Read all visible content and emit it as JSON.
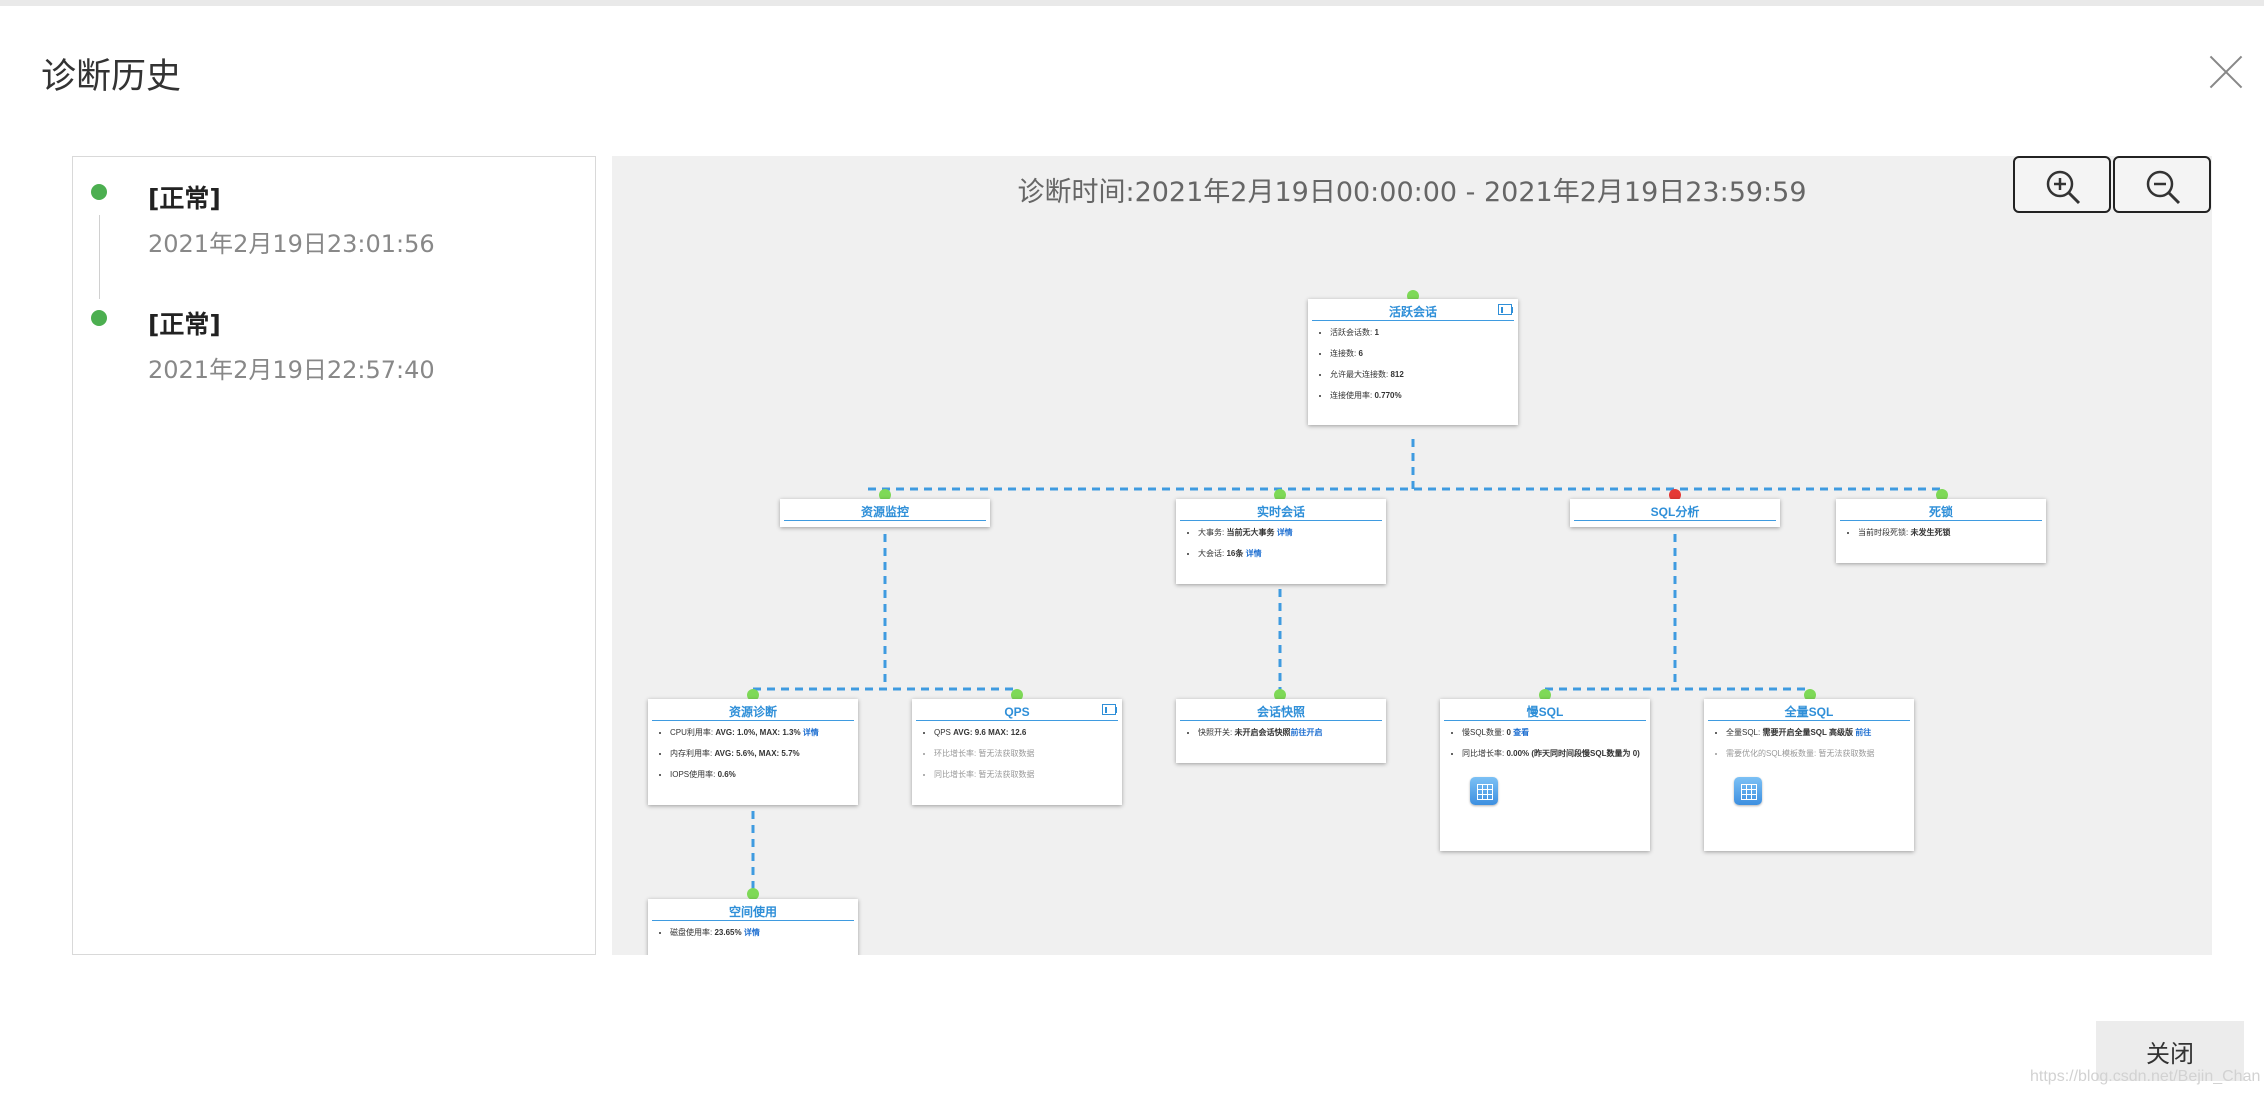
{
  "modal": {
    "title": "诊断历史",
    "close_button": "关闭"
  },
  "history": [
    {
      "status": "[正常]",
      "time": "2021年2月19日23:01:56"
    },
    {
      "status": "[正常]",
      "time": "2021年2月19日22:57:40"
    }
  ],
  "diagram": {
    "title": "诊断时间:2021年2月19日00:00:00 - 2021年2月19日23:59:59",
    "nodes": {
      "active_session": {
        "title": "活跃会话",
        "items": [
          {
            "label": "活跃会话数: ",
            "value": "1"
          },
          {
            "label": "连接数: ",
            "value": "6"
          },
          {
            "label": "允许最大连接数: ",
            "value": "812"
          },
          {
            "label": "连接使用率: ",
            "value": "0.770%"
          }
        ]
      },
      "resource_monitor": {
        "title": "资源监控"
      },
      "realtime_session": {
        "title": "实时会话",
        "items": [
          {
            "label": "大事务: ",
            "value": "当前无大事务",
            "link": "详情"
          },
          {
            "label": "大会话: ",
            "value": "16条",
            "link": "详情"
          }
        ]
      },
      "sql_analysis": {
        "title": "SQL分析"
      },
      "deadlock": {
        "title": "死锁",
        "items": [
          {
            "label": "当前时段死锁: ",
            "value": "未发生死锁"
          }
        ]
      },
      "resource_diagnosis": {
        "title": "资源诊断",
        "items": [
          {
            "label": "CPU利用率: ",
            "value": "AVG: 1.0%, MAX: 1.3%",
            "link": "详情"
          },
          {
            "label": "内存利用率: ",
            "value": "AVG: 5.6%, MAX: 5.7%"
          },
          {
            "label": "IOPS使用率: ",
            "value": "0.6%"
          }
        ]
      },
      "qps": {
        "title": "QPS",
        "items": [
          {
            "label": "QPS ",
            "value": "AVG: 9.6 MAX: 12.6"
          },
          {
            "label": "环比增长率: ",
            "value": "暂无法获取数据",
            "muted": true
          },
          {
            "label": "同比增长率: ",
            "value": "暂无法获取数据",
            "muted": true
          }
        ]
      },
      "session_snapshot": {
        "title": "会话快照",
        "items": [
          {
            "label": "快照开关: ",
            "value": "未开启会话快照",
            "link": "前往开启"
          }
        ]
      },
      "slow_sql": {
        "title": "慢SQL",
        "items": [
          {
            "label": "慢SQL数量: ",
            "value": "0",
            "link": "查看"
          },
          {
            "label": "同比增长率: ",
            "value": "0.00% (昨天同时间段慢SQL数量为 0)"
          }
        ]
      },
      "full_sql": {
        "title": "全量SQL",
        "items": [
          {
            "label": "全量SQL: ",
            "value": "需要开启全量SQL 高级版",
            "link": "前往"
          },
          {
            "label": "需要优化的SQL模板数量: ",
            "value": "暂无法获取数据",
            "muted": true
          }
        ]
      },
      "space_usage": {
        "title": "空间使用",
        "items": [
          {
            "label": "磁盘使用率: ",
            "value": "23.65%",
            "link": "详情"
          }
        ]
      }
    }
  },
  "colors": {
    "status_ok": "#4caf50",
    "status_error": "#e53935",
    "node_title": "#2f8fd8",
    "link": "#1e6fd1",
    "connector": "#3f9be0"
  },
  "watermark": "https://blog.csdn.net/Bejin_Chan"
}
